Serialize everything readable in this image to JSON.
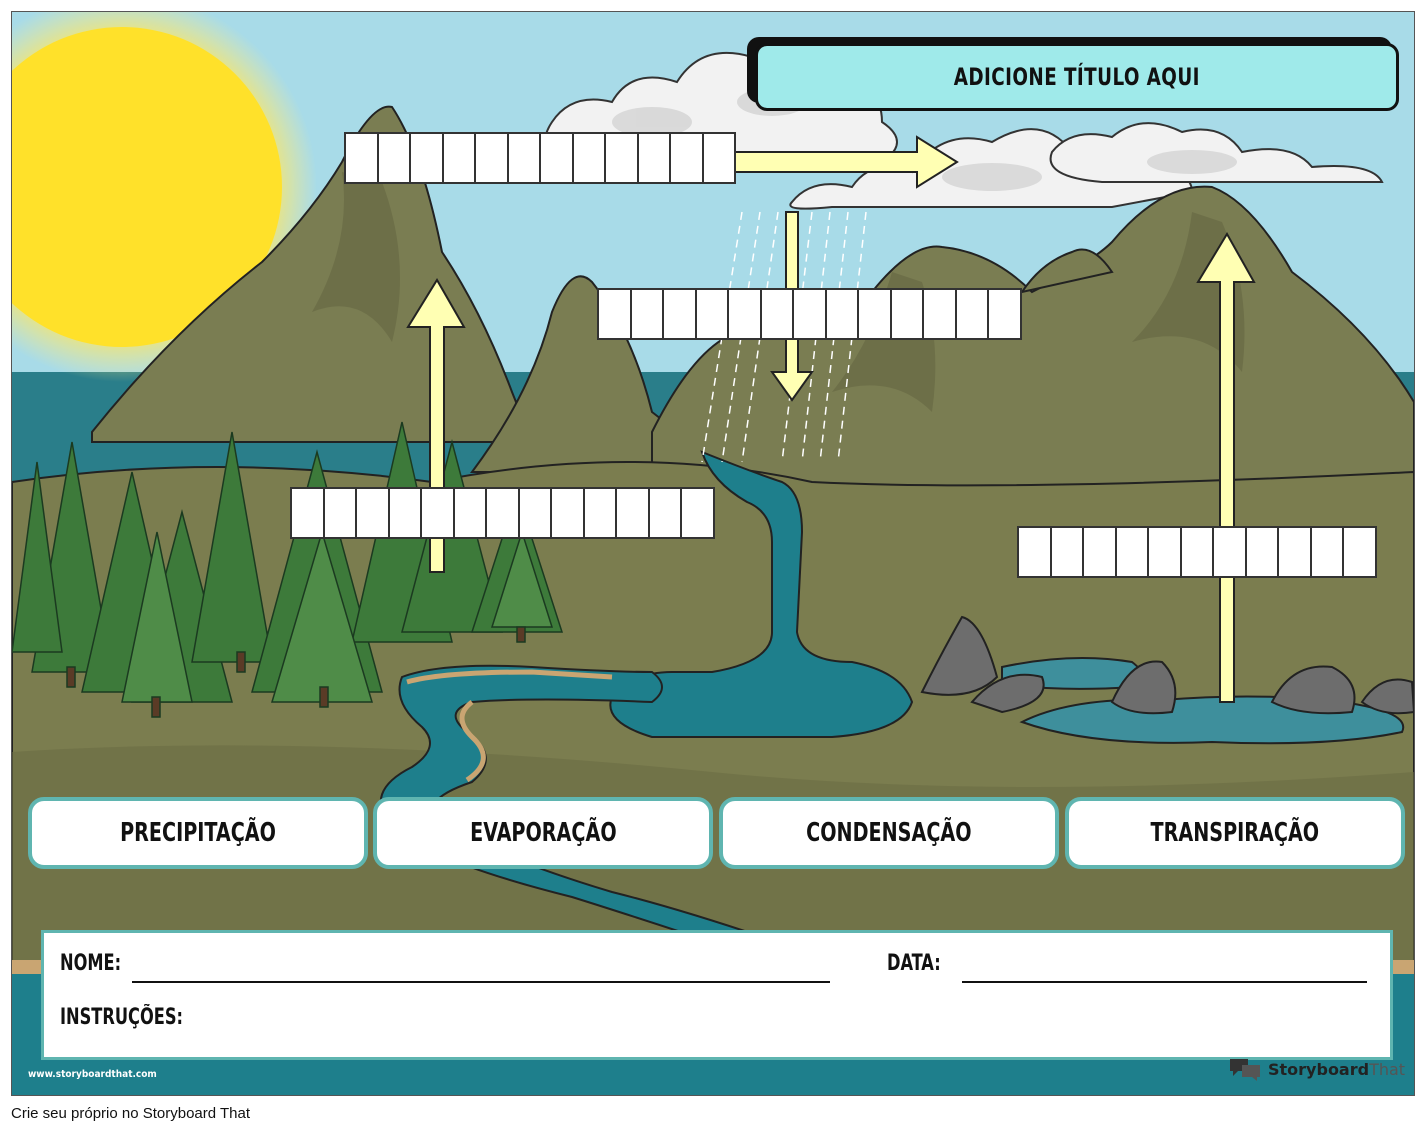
{
  "title": "ADICIONE TÍTULO AQUI",
  "answer_blanks": [
    {
      "id": "top-left",
      "cells": 12
    },
    {
      "id": "center",
      "cells": 13
    },
    {
      "id": "middle-left",
      "cells": 13
    },
    {
      "id": "right",
      "cells": 11
    }
  ],
  "word_bank": [
    "PRECIPITAÇÃO",
    "EVAPORAÇÃO",
    "CONDENSAÇÃO",
    "TRANSPIRAÇÃO"
  ],
  "info": {
    "name_label": "NOME:",
    "date_label": "DATA:",
    "instructions_label": "INSTRUÇÕES:"
  },
  "footer": {
    "url": "www.storyboardthat.com",
    "brand_strong": "Storyboard",
    "brand_light": "That"
  },
  "caption": "Crie seu próprio no Storyboard That",
  "colors": {
    "sky": "#a8dbe8",
    "mountain": "#7a7d52",
    "ground": "#7b7d4f",
    "water": "#1e7f8c",
    "sun": "#ffe12a",
    "arrow": "#ffffb3",
    "accent": "#5fb5b0",
    "title_fill": "#9feaea"
  },
  "icons": [
    "sun-icon",
    "cloud-icon",
    "arrow-icon",
    "tree-icon",
    "rock-icon",
    "speech-bubble-icon"
  ]
}
